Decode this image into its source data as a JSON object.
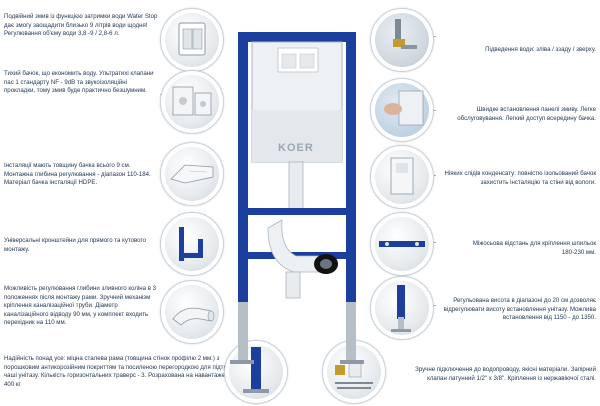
{
  "left": [
    {
      "key": "l1",
      "text": "Подвійний змив із функцією затримки води Water Stop дає змогу заощадити близько 9 літрів води щодня! Регулювання об'єму води 3,8 -9 / 2,8-6 л."
    },
    {
      "key": "l2",
      "text": "Тихий бачок, що економить воду. Ультратихі клапани пас 1 стандарту NF - 9dB та звукоізоляційні прокладки, тому змив буде практично безшумним."
    },
    {
      "key": "l3",
      "text": "Інсталяції мають товщину бачка всього 9 см. Монтажна глибина регулювання - діапазон 110-184. Матеріал бачка інсталяції HDPE."
    },
    {
      "key": "l4",
      "text": "Універсальні кронштейни для прямого та кутового монтажу."
    },
    {
      "key": "l5",
      "text": "Можливість регулювання глибини зливного коліна в 3 положеннях після монтажу рами. Зручний механізм кріплення каналізаційної труби. Діаметр каналізаційного відводу 90 мм, у комплект входить перехідник на 110 мм."
    },
    {
      "key": "l6",
      "text": "Надійність понад усе: міцна сталева рама (товщина стінок профілю 2 мм.) з порошковим антикорозійним покриттям та посиленою перегородкою для підтримки чаші унітазу. Кількість горизонтальних траверс - 3. Розрахована на навантаження до 400 кг"
    }
  ],
  "right": [
    {
      "key": "r1",
      "text": "Підведення води: зліва / ззаду / зверху."
    },
    {
      "key": "r2",
      "text": "Швидке встановлення панелі змиву. Легке обслуговування. Легкий доступ всередину бачка."
    },
    {
      "key": "r3",
      "text": "Ніяких слідів конденсату: повністю ізольований бачок захистить інсталяцію та стіни від вологи."
    },
    {
      "key": "r4",
      "text": "Міжосьова відстань для кріплення шпильок 180-230 мм."
    },
    {
      "key": "r5",
      "text": "Регульована висота в діапазоні до 20 см дозволяє відрегулювати висоту встановлення унітазу. Можлива встановлення від 1150 - до 1350."
    },
    {
      "key": "r6",
      "text": "Зручне підключення до водопроводу, якісні матеріали. Запірний клапан латунний 1/2\" х 3/8\". Кріплення із нержавіючої сталі."
    }
  ],
  "brand": "KOER",
  "colors": {
    "frame": "#1b3f9c",
    "text": "#1f3550",
    "tank": "#eef1f4",
    "line": "#9fb1c2"
  }
}
